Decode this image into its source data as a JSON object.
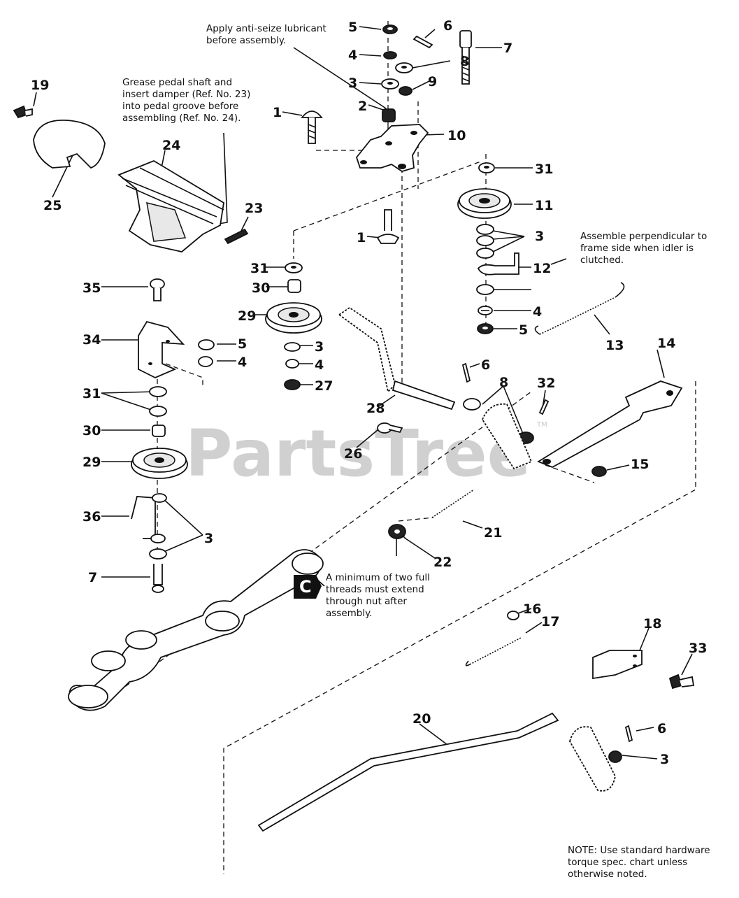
{
  "watermark": "PartsTree",
  "watermark_tm": "TM",
  "section_badge": "C",
  "notes": {
    "anti_seize": "Apply anti-seize lubricant\nbefore assembly.",
    "grease_pedal": "Grease pedal shaft and\ninsert damper (Ref. No. 23)\ninto pedal groove before\nassembling (Ref. No. 24).",
    "perpendicular": "Assemble perpendicular to\nframe side when idler is\nclutched.",
    "threads": "A minimum of two full\nthreads must extend\nthrough nut after\nassembly.",
    "torque": "NOTE: Use standard hardware\ntorque spec. chart unless\notherwise noted."
  },
  "callouts": [
    "5",
    "6",
    "7",
    "4",
    "8",
    "3",
    "9",
    "2",
    "1",
    "10",
    "19",
    "24",
    "25",
    "23",
    "31",
    "11",
    "1",
    "3",
    "12",
    "13",
    "31",
    "30",
    "35",
    "29",
    "3",
    "4",
    "27",
    "34",
    "5",
    "4",
    "5",
    "4",
    "6",
    "14",
    "8",
    "32",
    "31",
    "28",
    "30",
    "26",
    "15",
    "29",
    "21",
    "36",
    "3",
    "22",
    "7",
    "16",
    "17",
    "18",
    "33",
    "20",
    "6",
    "3"
  ]
}
